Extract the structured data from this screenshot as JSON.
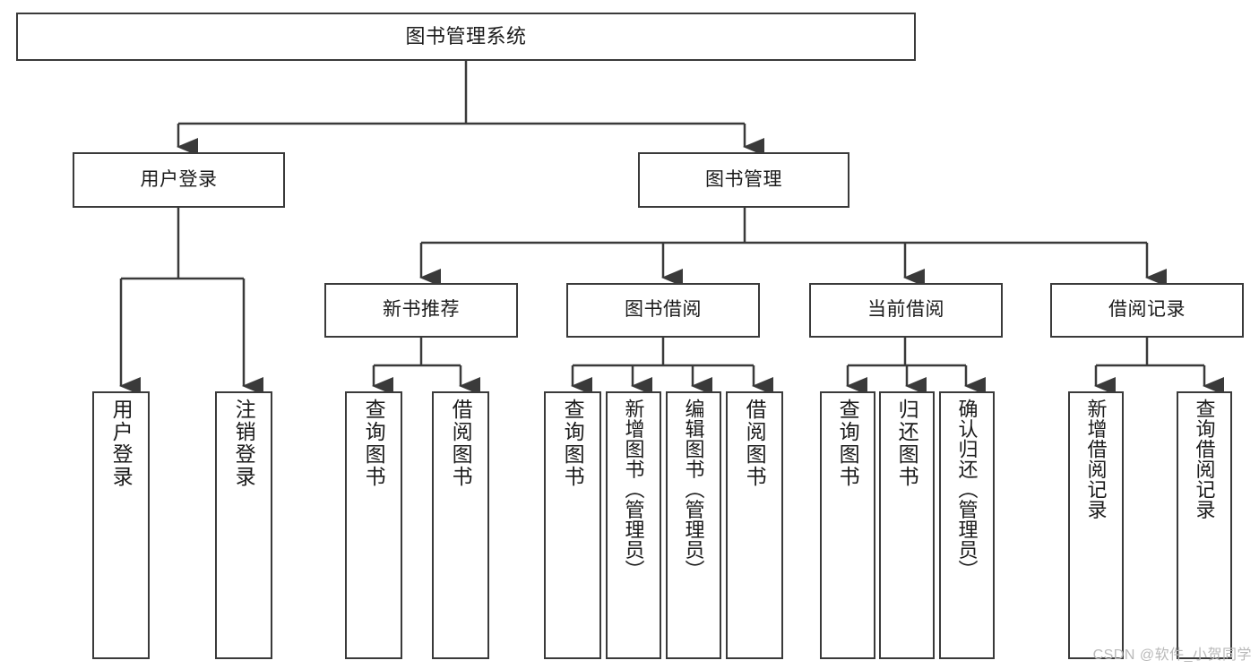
{
  "diagram": {
    "title": "图书管理系统",
    "type": "tree-hierarchy-chart",
    "colors": {
      "box_border": "#3a3a3a",
      "box_fill": "#ffffff",
      "connector": "#3a3a3a",
      "text": "#1b1b1b",
      "watermark": "#b9b9b9"
    },
    "watermark": "CSDN @软件_小贺同学"
  },
  "nodes": {
    "root": {
      "label": "图书管理系统"
    },
    "level1": [
      {
        "label": "用户登录"
      },
      {
        "label": "图书管理"
      }
    ],
    "level2": [
      {
        "label": "新书推荐"
      },
      {
        "label": "图书借阅"
      },
      {
        "label": "当前借阅"
      },
      {
        "label": "借阅记录"
      }
    ],
    "leaves": {
      "user_login": [
        {
          "label": "用户登录"
        },
        {
          "label": "注销登录"
        }
      ],
      "new_book_recommend": [
        {
          "label": "查询图书"
        },
        {
          "label": "借阅图书"
        }
      ],
      "book_borrow": [
        {
          "label": "查询图书"
        },
        {
          "label": "新增图书（管理员）"
        },
        {
          "label": "编辑图书（管理员）"
        },
        {
          "label": "借阅图书"
        }
      ],
      "current_borrow": [
        {
          "label": "查询图书"
        },
        {
          "label": "归还图书"
        },
        {
          "label": "确认归还（管理员）"
        }
      ],
      "borrow_record": [
        {
          "label": "新增借阅记录"
        },
        {
          "label": "查询借阅记录"
        }
      ]
    }
  }
}
